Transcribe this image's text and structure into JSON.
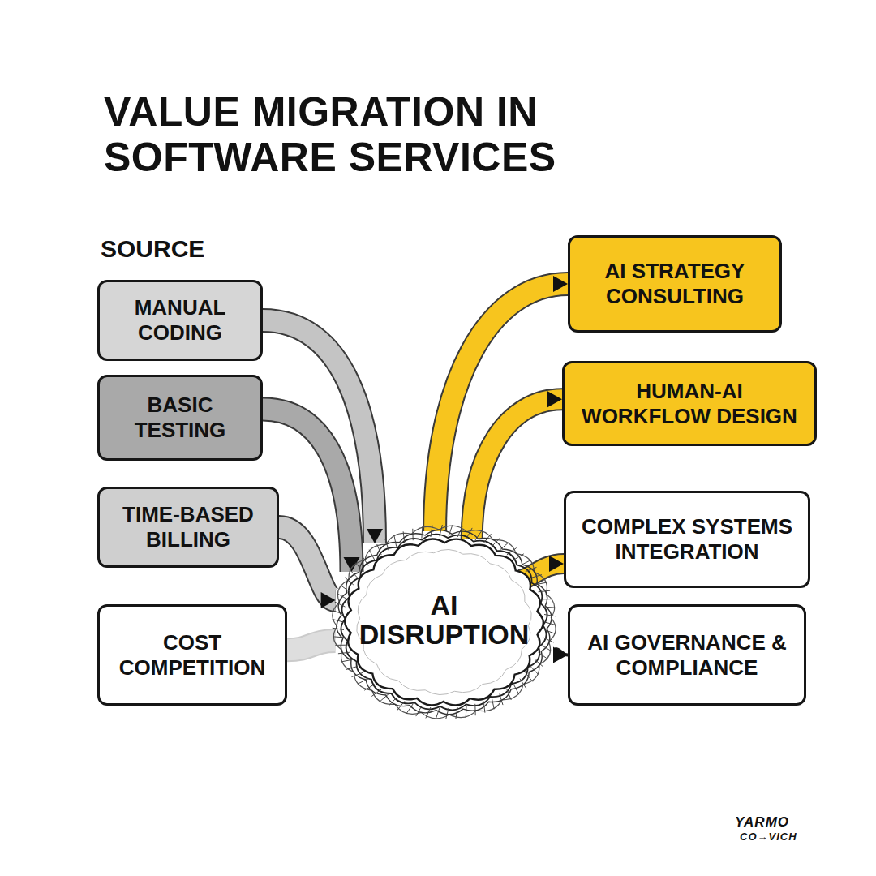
{
  "diagram": {
    "title": "VALUE MIGRATION IN SOFTWARE SERVICES",
    "nodes": [
      {
        "text": [
          "MANUAL CODING"
        ]
      },
      {
        "text": [
          "BASIC TESTING"
        ]
      },
      {
        "text": [
          "TIME-BASED BILLING"
        ]
      },
      {
        "text": [
          "COST COMPETITION"
        ]
      },
      {
        "text": [
          "AI DISRUPTION"
        ]
      },
      {
        "text": [
          "AI STRATEGY CONSULTING"
        ]
      },
      {
        "text": [
          "HUMAN-AI WORKFLOW DESIGN"
        ]
      },
      {
        "text": [
          "COMPLEX SYSTEMS INTEGRATION"
        ]
      },
      {
        "text": [
          "AI GOVERNANCE & COMPLIANCE"
        ]
      }
    ],
    "edges": [
      {
        "from": 0,
        "to": 4,
        "arrow": "to"
      },
      {
        "from": 1,
        "to": 4,
        "arrow": "to"
      },
      {
        "from": 2,
        "to": 4,
        "arrow": "to"
      },
      {
        "from": 3,
        "to": 4,
        "arrow": "none"
      },
      {
        "from": 4,
        "to": 5,
        "arrow": "to"
      },
      {
        "from": 4,
        "to": 6,
        "arrow": "to"
      },
      {
        "from": 4,
        "to": 7,
        "arrow": "to"
      },
      {
        "from": 4,
        "to": 8,
        "arrow": "to"
      }
    ],
    "labels": [
      "SOURCE",
      "YARMO",
      "CO→VICH"
    ]
  }
}
